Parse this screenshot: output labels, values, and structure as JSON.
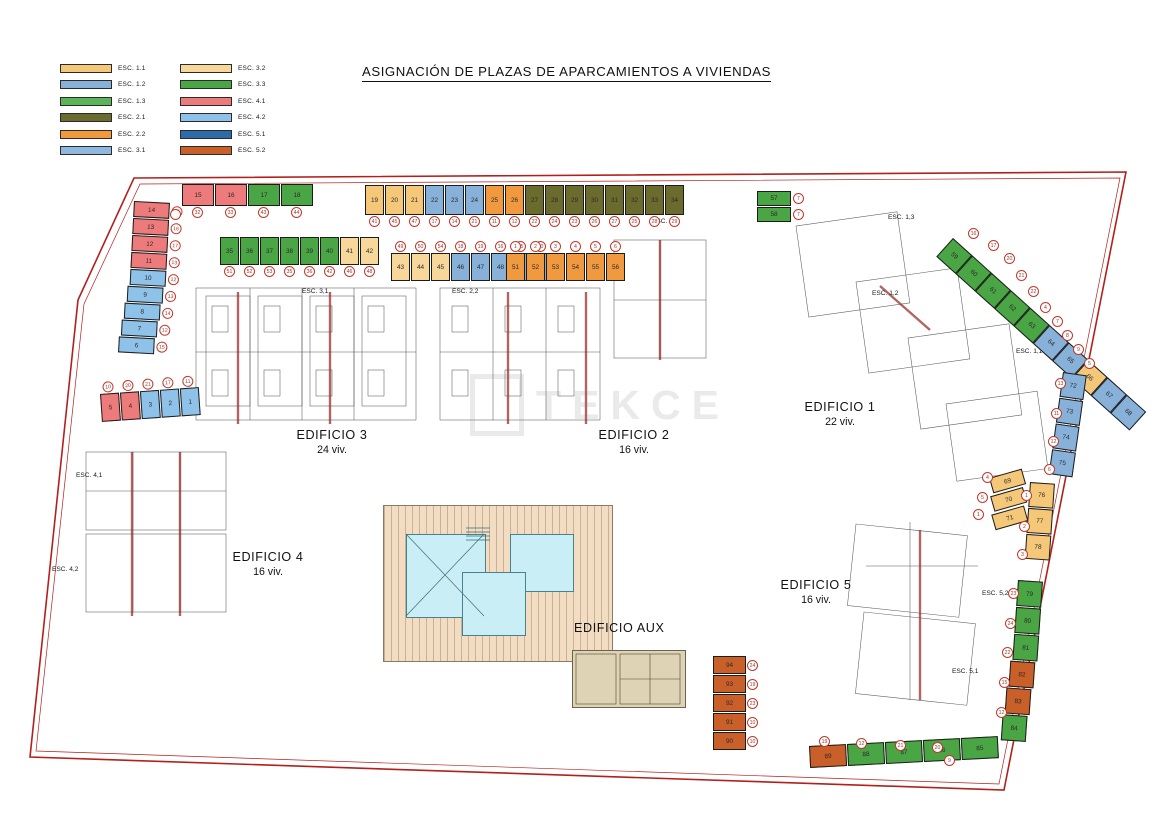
{
  "title": "ASIGNACIÓN DE PLAZAS DE APARCAMIENTOS A  VIVIENDAS",
  "colors": {
    "esc_1_1": "#f5c879",
    "esc_1_2": "#87b1d8",
    "esc_1_3": "#5bb35a",
    "esc_2_1": "#6b6b2e",
    "esc_2_2": "#f0993f",
    "esc_3_1": "#8fb8dd",
    "esc_3_2": "#f5c879",
    "esc_3_3": "#4aa544",
    "esc_4_1": "#ee7b7b",
    "esc_4_2": "#8fc2e8",
    "esc_5_1": "#2d6ca8",
    "esc_5_2": "#c9602a",
    "boundary": "#b3201c",
    "bubble_ring": "#c0392b",
    "pool": "#c9eef5",
    "aux_fill": "#f2dcc2"
  },
  "legend": {
    "left": [
      {
        "label": "ESC. 1.1",
        "color": "#f5c879"
      },
      {
        "label": "ESC. 1.2",
        "color": "#87b1d8"
      },
      {
        "label": "ESC. 1.3",
        "color": "#5bb35a"
      },
      {
        "label": "ESC. 2.1",
        "color": "#6b6b2e"
      },
      {
        "label": "ESC. 2.2",
        "color": "#f0993f"
      },
      {
        "label": "ESC. 3.1",
        "color": "#8fb8dd"
      }
    ],
    "right": [
      {
        "label": "ESC. 3.2",
        "color": "#f7d79a"
      },
      {
        "label": "ESC. 3.3",
        "color": "#4aa544"
      },
      {
        "label": "ESC. 4.1",
        "color": "#ee7b7b"
      },
      {
        "label": "ESC. 4.2",
        "color": "#8fc2e8"
      },
      {
        "label": "ESC. 5.1",
        "color": "#2d6ca8"
      },
      {
        "label": "ESC. 5.2",
        "color": "#c9602a"
      }
    ]
  },
  "buildings": [
    {
      "name": "EDIFICIO 3",
      "sub": "24 viv."
    },
    {
      "name": "EDIFICIO 2",
      "sub": "16 viv."
    },
    {
      "name": "EDIFICIO 1",
      "sub": "22 viv."
    },
    {
      "name": "EDIFICIO 4",
      "sub": "16 viv."
    },
    {
      "name": "EDIFICIO 5",
      "sub": "16 viv."
    },
    {
      "name": "EDIFICIO AUX",
      "sub": ""
    }
  ],
  "esc_tags": [
    "ESC. 2,1",
    "ESC. 1,3",
    "ESC. 1,2",
    "ESC. 1,1",
    "ESC. 4,1",
    "ESC. 4,2",
    "ESC. 5,1",
    "ESC. 5,2",
    "ESC. 3,1",
    "ESC. 2,2"
  ],
  "watermark": "TEKCE",
  "stall_groups": [
    {
      "id": "left-column-top",
      "stalls": [
        {
          "n": "14",
          "c": "#ee7b7b",
          "b": "15"
        },
        {
          "n": "13",
          "c": "#ee7b7b",
          "b": "16"
        },
        {
          "n": "12",
          "c": "#ee7b7b",
          "b": "17"
        },
        {
          "n": "11",
          "c": "#ee7b7b",
          "b": "13"
        },
        {
          "n": "10",
          "c": "#8fc2e8",
          "b": "12"
        },
        {
          "n": "9",
          "c": "#8fc2e8",
          "b": "13"
        },
        {
          "n": "8",
          "c": "#8fc2e8",
          "b": "14"
        },
        {
          "n": "7",
          "c": "#8fc2e8",
          "b": "12"
        },
        {
          "n": "6",
          "c": "#8fc2e8",
          "b": "15"
        }
      ]
    },
    {
      "id": "left-lower",
      "stalls": [
        {
          "n": "5",
          "c": "#ee7b7b",
          "b": "10"
        },
        {
          "n": "4",
          "c": "#ee7b7b",
          "b": "20"
        },
        {
          "n": "3",
          "c": "#8fc2e8",
          "b": "21"
        },
        {
          "n": "2",
          "c": "#8fc2e8",
          "b": "17"
        },
        {
          "n": "1",
          "c": "#8fc2e8",
          "b": "11"
        }
      ]
    },
    {
      "id": "top-row-15-18",
      "stalls": [
        {
          "n": "15",
          "c": "#ee7b7b",
          "b": "32"
        },
        {
          "n": "16",
          "c": "#ee7b7b",
          "b": "33"
        },
        {
          "n": "17",
          "c": "#4aa544",
          "b": "43"
        },
        {
          "n": "18",
          "c": "#4aa544",
          "b": "44"
        }
      ]
    },
    {
      "id": "top-row-19-34",
      "stalls": [
        {
          "n": "19",
          "c": "#f5c879",
          "b": "41"
        },
        {
          "n": "20",
          "c": "#f5c879",
          "b": "45"
        },
        {
          "n": "21",
          "c": "#f5c879",
          "b": "47"
        },
        {
          "n": "22",
          "c": "#87b1d8",
          "b": "17"
        },
        {
          "n": "23",
          "c": "#87b1d8",
          "b": "14"
        },
        {
          "n": "24",
          "c": "#87b1d8",
          "b": "21"
        },
        {
          "n": "25",
          "c": "#f0993f",
          "b": "11"
        },
        {
          "n": "26",
          "c": "#f0993f",
          "b": "12"
        },
        {
          "n": "27",
          "c": "#6b6b2e",
          "b": "22"
        },
        {
          "n": "28",
          "c": "#6b6b2e",
          "b": "24"
        },
        {
          "n": "29",
          "c": "#6b6b2e",
          "b": "23"
        },
        {
          "n": "30",
          "c": "#6b6b2e",
          "b": "26"
        },
        {
          "n": "31",
          "c": "#6b6b2e",
          "b": "27"
        },
        {
          "n": "32",
          "c": "#6b6b2e",
          "b": "25"
        },
        {
          "n": "33",
          "c": "#6b6b2e",
          "b": "28"
        },
        {
          "n": "34",
          "c": "#6b6b2e",
          "b": "29"
        }
      ]
    },
    {
      "id": "row-35-42",
      "stalls": [
        {
          "n": "35",
          "c": "#4aa544",
          "b": "51"
        },
        {
          "n": "36",
          "c": "#4aa544",
          "b": "52"
        },
        {
          "n": "37",
          "c": "#4aa544",
          "b": "53"
        },
        {
          "n": "38",
          "c": "#4aa544",
          "b": "35"
        },
        {
          "n": "39",
          "c": "#4aa544",
          "b": "36"
        },
        {
          "n": "40",
          "c": "#4aa544",
          "b": "42"
        },
        {
          "n": "41",
          "c": "#f7d79a",
          "b": "46"
        },
        {
          "n": "42",
          "c": "#f7d79a",
          "b": "48"
        }
      ]
    },
    {
      "id": "row-43-50",
      "stalls": [
        {
          "n": "43",
          "c": "#f7d79a",
          "b": "49"
        },
        {
          "n": "44",
          "c": "#f7d79a",
          "b": "50"
        },
        {
          "n": "45",
          "c": "#f7d79a",
          "b": "54"
        },
        {
          "n": "46",
          "c": "#87b1d8",
          "b": "18"
        },
        {
          "n": "47",
          "c": "#87b1d8",
          "b": "19"
        },
        {
          "n": "48",
          "c": "#87b1d8",
          "b": "16"
        },
        {
          "n": "49",
          "c": "#87b1d8",
          "b": "15"
        },
        {
          "n": "50",
          "c": "#87b1d8",
          "b": "20"
        }
      ]
    },
    {
      "id": "row-51-56",
      "stalls": [
        {
          "n": "51",
          "c": "#f0993f",
          "b": "1"
        },
        {
          "n": "52",
          "c": "#f0993f",
          "b": "2"
        },
        {
          "n": "53",
          "c": "#f0993f",
          "b": "3"
        },
        {
          "n": "54",
          "c": "#f0993f",
          "b": "4"
        },
        {
          "n": "55",
          "c": "#f0993f",
          "b": "5"
        },
        {
          "n": "56",
          "c": "#f0993f",
          "b": "6"
        }
      ]
    },
    {
      "id": "pair-57-58",
      "stalls": [
        {
          "n": "57",
          "c": "#4aa544",
          "b": "7"
        },
        {
          "n": "58",
          "c": "#4aa544",
          "b": "7"
        }
      ]
    },
    {
      "id": "e1-row-59-68",
      "stalls": [
        {
          "n": "59",
          "c": "#4aa544",
          "b": "16"
        },
        {
          "n": "60",
          "c": "#4aa544",
          "b": "17"
        },
        {
          "n": "61",
          "c": "#4aa544",
          "b": "20"
        },
        {
          "n": "62",
          "c": "#4aa544",
          "b": "21"
        },
        {
          "n": "63",
          "c": "#4aa544",
          "b": "22"
        },
        {
          "n": "64",
          "c": "#87b1d8",
          "b": "4"
        },
        {
          "n": "65",
          "c": "#87b1d8",
          "b": "7"
        },
        {
          "n": "66",
          "c": "#f5c879",
          "b": "8"
        },
        {
          "n": "67",
          "c": "#87b1d8",
          "b": "9"
        },
        {
          "n": "68",
          "c": "#87b1d8",
          "b": "5"
        }
      ]
    },
    {
      "id": "e1-col-72-75",
      "stalls": [
        {
          "n": "72",
          "c": "#87b1d8",
          "b": "13"
        },
        {
          "n": "73",
          "c": "#87b1d8",
          "b": "11"
        },
        {
          "n": "74",
          "c": "#87b1d8",
          "b": "12"
        },
        {
          "n": "75",
          "c": "#87b1d8",
          "b": "6"
        }
      ]
    },
    {
      "id": "e5-col-69-71",
      "stalls": [
        {
          "n": "69",
          "c": "#f5c879",
          "b": "4"
        },
        {
          "n": "70",
          "c": "#f5c879",
          "b": "5"
        },
        {
          "n": "71",
          "c": "#f5c879",
          "b": "1"
        }
      ]
    },
    {
      "id": "e5-col-76-78",
      "stalls": [
        {
          "n": "76",
          "c": "#f5c879",
          "b": "1"
        },
        {
          "n": "77",
          "c": "#f5c879",
          "b": "2"
        },
        {
          "n": "78",
          "c": "#f5c879",
          "b": "3"
        }
      ]
    },
    {
      "id": "e5-col-79-84",
      "stalls": [
        {
          "n": "79",
          "c": "#4aa544",
          "b": "23"
        },
        {
          "n": "80",
          "c": "#4aa544",
          "b": "24"
        },
        {
          "n": "81",
          "c": "#4aa544",
          "b": "22"
        },
        {
          "n": "82",
          "c": "#c9602a",
          "b": "15"
        },
        {
          "n": "83",
          "c": "#c9602a",
          "b": "12"
        },
        {
          "n": "84",
          "c": "#4aa544",
          "b": "25"
        }
      ]
    },
    {
      "id": "bottom-row-85-89",
      "stalls": [
        {
          "n": "89",
          "c": "#c9602a",
          "b": "19"
        },
        {
          "n": "88",
          "c": "#4aa544",
          "b": "12"
        },
        {
          "n": "87",
          "c": "#4aa544",
          "b": "21"
        },
        {
          "n": "86",
          "c": "#4aa544",
          "b": "20"
        },
        {
          "n": "85",
          "c": "#4aa544",
          "b": "9"
        }
      ]
    },
    {
      "id": "col-90-94",
      "stalls": [
        {
          "n": "94",
          "c": "#c9602a",
          "b": "24"
        },
        {
          "n": "93",
          "c": "#c9602a",
          "b": "19"
        },
        {
          "n": "92",
          "c": "#c9602a",
          "b": "23"
        },
        {
          "n": "91",
          "c": "#c9602a",
          "b": "10"
        },
        {
          "n": "90",
          "c": "#c9602a",
          "b": "10"
        }
      ]
    }
  ]
}
